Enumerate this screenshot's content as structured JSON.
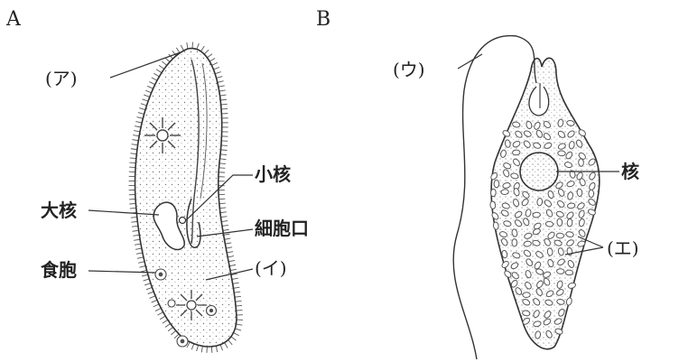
{
  "panels": [
    {
      "letter": "A"
    },
    {
      "letter": "B"
    }
  ],
  "labels": {
    "a": "(ア)",
    "b": "(イ)",
    "c": "(ウ)",
    "d": "(エ)",
    "micronucleus": "小核",
    "macronucleus": "大核",
    "cytostome": "細胞口",
    "food_vacuole": "食胞",
    "nucleus": "核"
  }
}
